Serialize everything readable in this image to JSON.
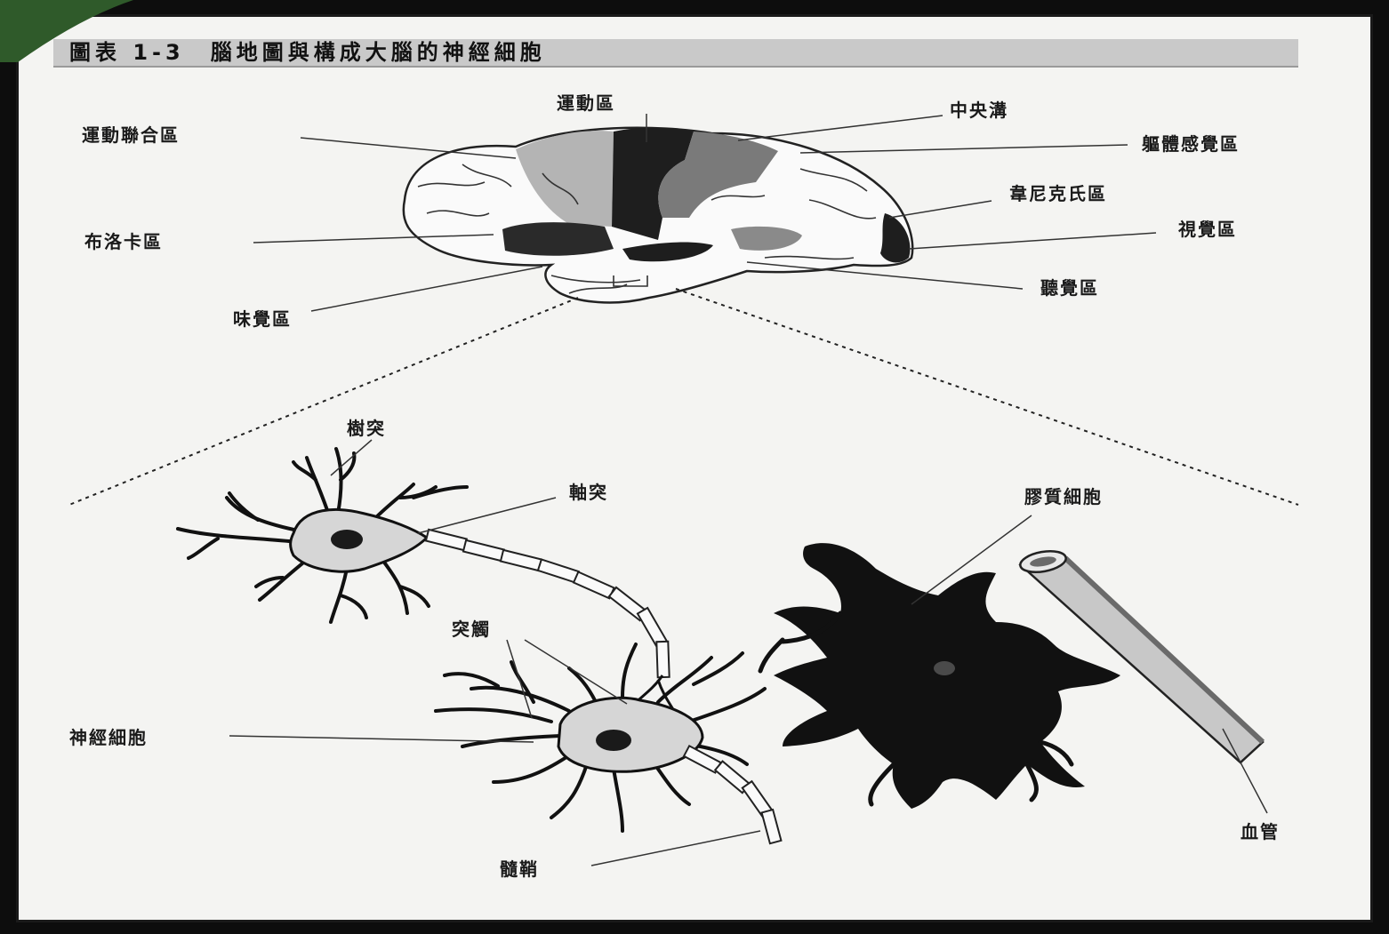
{
  "figure": {
    "title": "圖表 1-3　腦地圖與構成大腦的神經細胞"
  },
  "brain_labels": {
    "motor_area": "運動區",
    "motor_association_area": "運動聯合區",
    "central_sulcus": "中央溝",
    "somatosensory_area": "軀體感覺區",
    "wernicke_area": "韋尼克氏區",
    "broca_area": "布洛卡區",
    "visual_area": "視覺區",
    "gustatory_area": "味覺區",
    "auditory_area": "聽覺區"
  },
  "cell_labels": {
    "dendrite": "樹突",
    "axon": "軸突",
    "glial_cell": "膠質細胞",
    "synapse": "突觸",
    "neuron": "神經細胞",
    "myelin": "髓鞘",
    "blood_vessel": "血管"
  },
  "colors": {
    "page_bg": "#f4f4f2",
    "outer_bg": "#0d0d0d",
    "title_bar": "#c9c9c9",
    "dark_region": "#1e1e1e",
    "mid_region": "#7a7a7a",
    "light_region": "#b4b4b4"
  }
}
